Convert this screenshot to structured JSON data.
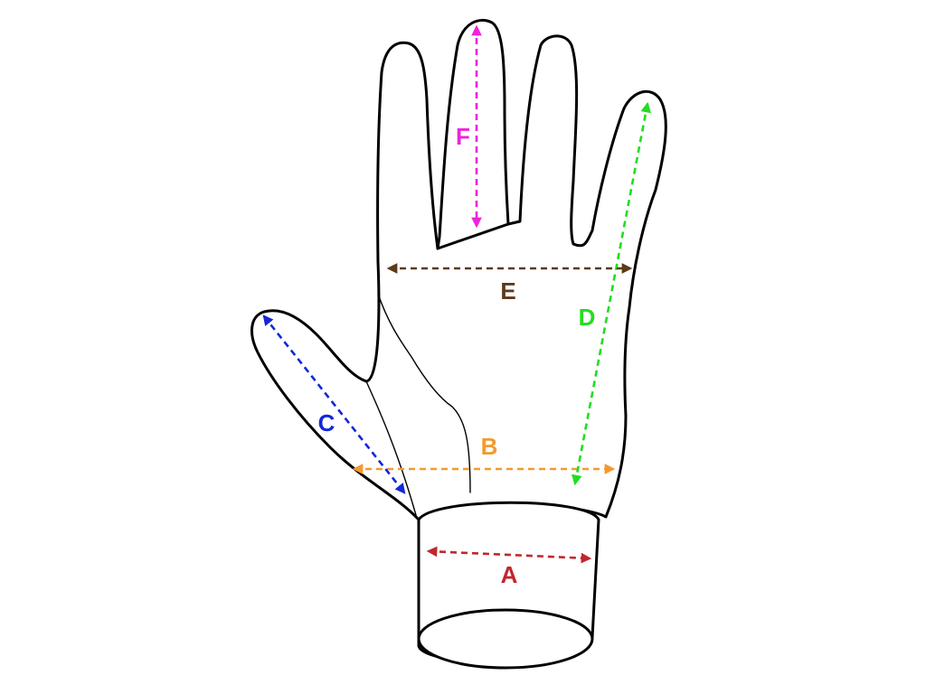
{
  "diagram": {
    "measurements": [
      {
        "id": "A",
        "label": "A",
        "color": "#c0272d"
      },
      {
        "id": "B",
        "label": "B",
        "color": "#f39a2e"
      },
      {
        "id": "C",
        "label": "C",
        "color": "#1428d6"
      },
      {
        "id": "D",
        "label": "D",
        "color": "#22dd22"
      },
      {
        "id": "E",
        "label": "E",
        "color": "#5c3a1a"
      },
      {
        "id": "F",
        "label": "F",
        "color": "#ee22dd"
      }
    ]
  }
}
